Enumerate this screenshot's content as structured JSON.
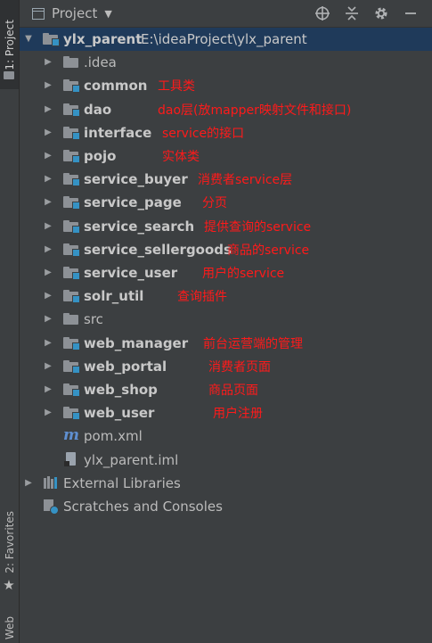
{
  "sidebar": {
    "project_tab": "1: Project",
    "favorites_tab": "2: Favorites",
    "web_tab": "Web"
  },
  "header": {
    "title": "Project",
    "icons": [
      "target-icon",
      "collapse-icon",
      "gear-icon",
      "minimize-icon"
    ]
  },
  "tree": {
    "root": {
      "name": "ylx_parent",
      "path": "E:\\ideaProject\\ylx_parent"
    },
    "children": [
      {
        "name": ".idea",
        "note": "",
        "module": false
      },
      {
        "name": "common",
        "note": "工具类",
        "module": true
      },
      {
        "name": "dao",
        "note": "dao层(放mapper映射文件和接口)",
        "module": true
      },
      {
        "name": "interface",
        "note": "service的接口",
        "module": true
      },
      {
        "name": "pojo",
        "note": "实体类",
        "module": true
      },
      {
        "name": "service_buyer",
        "note": "消费者service层",
        "module": true
      },
      {
        "name": "service_page",
        "note": "分页",
        "module": true
      },
      {
        "name": "service_search",
        "note": "提供查询的service",
        "module": true
      },
      {
        "name": "service_sellergoods",
        "note": "商品的service",
        "module": true
      },
      {
        "name": "service_user",
        "note": "用户的service",
        "module": true
      },
      {
        "name": "solr_util",
        "note": "查询插件",
        "module": true
      },
      {
        "name": "src",
        "note": "",
        "module": false
      },
      {
        "name": "web_manager",
        "note": "前台运营端的管理",
        "module": true
      },
      {
        "name": "web_portal",
        "note": "消费者页面",
        "module": true
      },
      {
        "name": "web_shop",
        "note": "商品页面",
        "module": true
      },
      {
        "name": "web_user",
        "note": "用户注册",
        "module": true
      }
    ],
    "files": [
      {
        "name": "pom.xml",
        "icon": "maven-icon"
      },
      {
        "name": "ylx_parent.iml",
        "icon": "iml-file-icon"
      }
    ],
    "external_libraries": "External Libraries",
    "scratches": "Scratches and Consoles"
  },
  "colors": {
    "background": "#3c3f41",
    "selection": "#1f3a5a",
    "note_text": "#ff1a1a",
    "module_marker": "#3592c4"
  }
}
